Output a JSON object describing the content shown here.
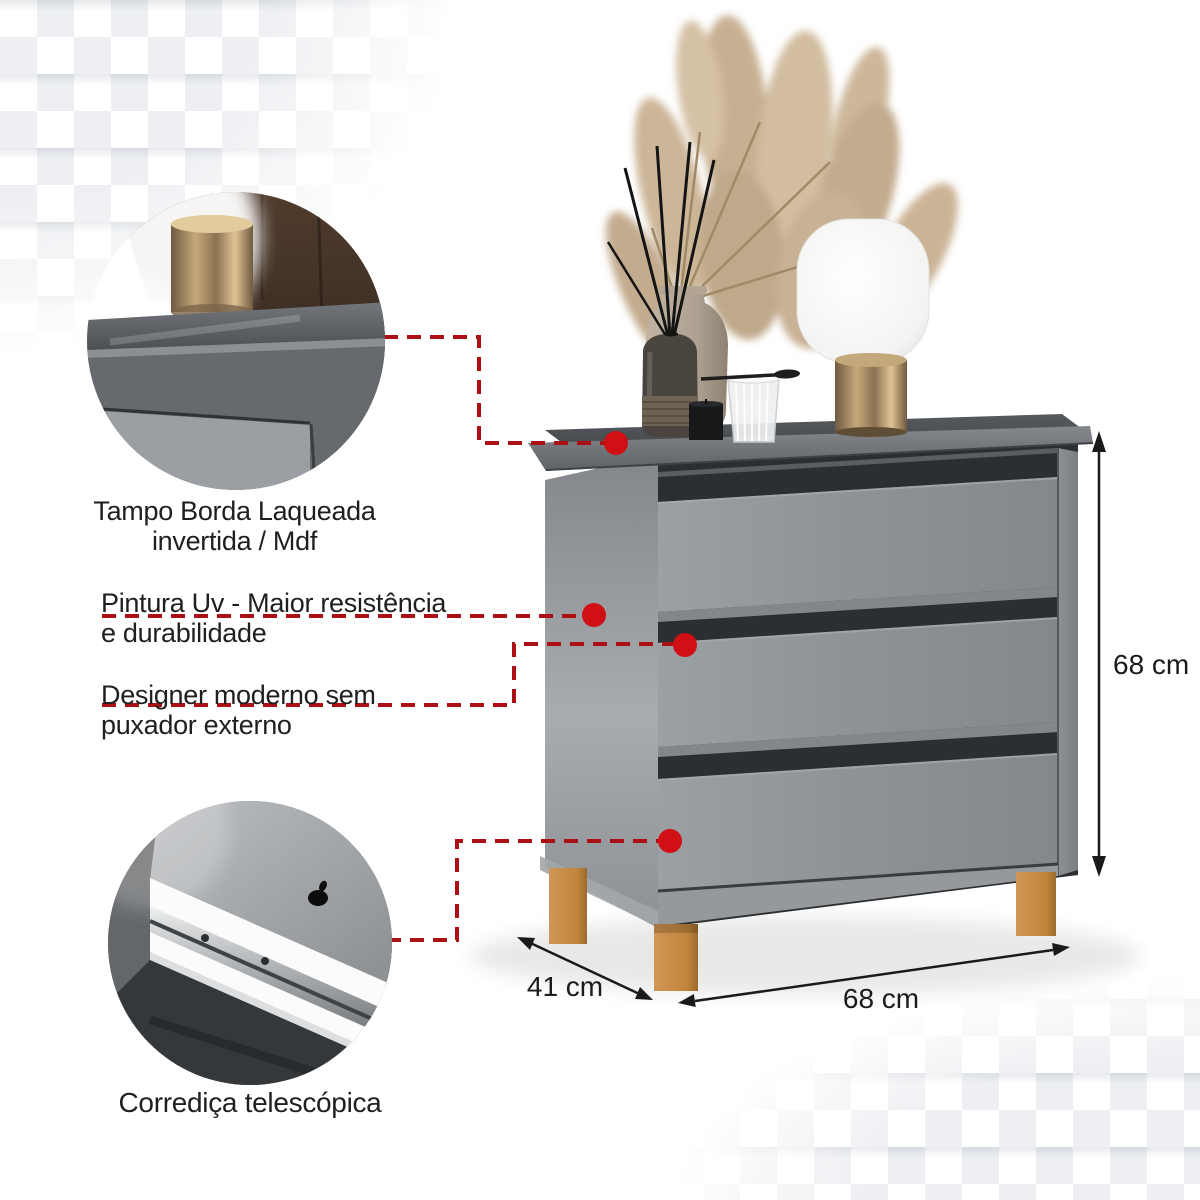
{
  "callouts": {
    "tampo": {
      "line1": "Tampo Borda Laqueada",
      "line2": "invertida / Mdf"
    },
    "pintura": {
      "line1": "Pintura Uv - Maior resistência",
      "line2": "e durabilidade"
    },
    "designer": {
      "line1": "Designer moderno sem",
      "line2": "puxador externo"
    },
    "corredica": {
      "line1": "Corrediça telescópica"
    }
  },
  "dimensions": {
    "height": "68 cm",
    "depth": "41 cm",
    "width": "68 cm"
  },
  "colors": {
    "accent_red_line": "#ab1014",
    "accent_red_dot": "#d01015",
    "dresser_gray": "#8f9295",
    "dresser_dark_recess": "#2c2f32",
    "leg_wood": "#c68c45",
    "text": "#1f1f1f"
  },
  "marks": {
    "drawer_inside_logo": "apple-logo-mark"
  }
}
